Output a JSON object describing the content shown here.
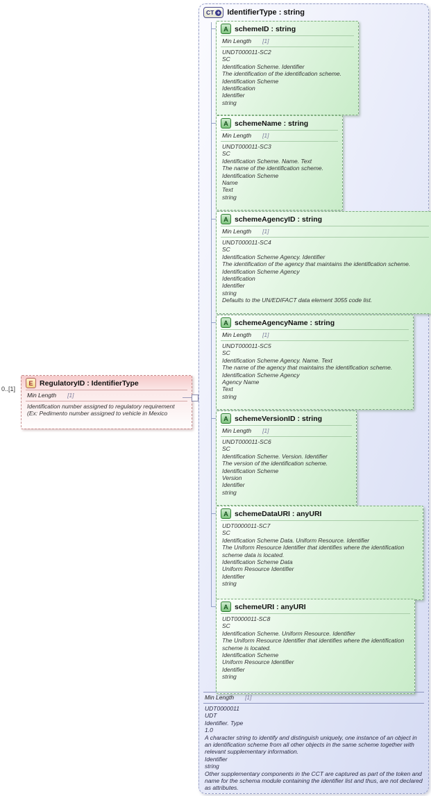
{
  "colors": {
    "complex_type_fill": "#e7eafa",
    "complex_type_border": "#9aa2c8",
    "attribute_fill": "#d8f3d8",
    "attribute_border": "#7fae7f",
    "element_fill": "#f6caca",
    "element_border": "#c89090",
    "connector": "#93a1c6"
  },
  "element": {
    "icon": "E",
    "cardinality": "0..[1]",
    "title": "RegulatoryID : IdentifierType",
    "facet": {
      "label": "Min Length",
      "value": "[1]"
    },
    "annotation": [
      "Identification number assigned to regulatory requirement",
      "(Ex: Pedimento number assigned to vehicle in Mexico"
    ]
  },
  "complex_type": {
    "icon": "CT",
    "expand_glyph": "+",
    "title": "IdentifierType : string",
    "attributes": [
      {
        "icon": "A",
        "title": "schemeID : string",
        "facet": {
          "label": "Min Length",
          "value": "[1]"
        },
        "annotation": [
          "UNDT000011-SC2",
          "SC",
          "Identification Scheme. Identifier",
          "The identification of the identification scheme.",
          "Identification Scheme",
          "Identification",
          "Identifier",
          "string"
        ]
      },
      {
        "icon": "A",
        "title": "schemeName : string",
        "facet": {
          "label": "Min Length",
          "value": "[1]"
        },
        "annotation": [
          "UNDT000011-SC3",
          "SC",
          "Identification Scheme. Name. Text",
          "The name of the identification scheme.",
          "Identification Scheme",
          "Name",
          "Text",
          "string"
        ]
      },
      {
        "icon": "A",
        "title": "schemeAgencyID : string",
        "facet": {
          "label": "Min Length",
          "value": "[1]"
        },
        "annotation": [
          "UNDT000011-SC4",
          "SC",
          "Identification Scheme Agency. Identifier",
          "The identification of the agency that maintains the identification scheme.",
          "Identification Scheme Agency",
          "Identification",
          "Identifier",
          "string",
          "Defaults to the UN/EDIFACT data element 3055 code list."
        ]
      },
      {
        "icon": "A",
        "title": "schemeAgencyName : string",
        "facet": {
          "label": "Min Length",
          "value": "[1]"
        },
        "annotation": [
          "UNDT000011-SC5",
          "SC",
          "Identification Scheme Agency. Name. Text",
          "The name of the agency that maintains the identification scheme.",
          "Identification Scheme Agency",
          "Agency Name",
          "Text",
          "string"
        ]
      },
      {
        "icon": "A",
        "title": "schemeVersionID : string",
        "facet": {
          "label": "Min Length",
          "value": "[1]"
        },
        "annotation": [
          "UNDT000011-SC6",
          "SC",
          "Identification Scheme. Version. Identifier",
          "The version of the identification scheme.",
          "Identification Scheme",
          "Version",
          "Identifier",
          "string"
        ]
      },
      {
        "icon": "A",
        "title": "schemeDataURI : anyURI",
        "annotation": [
          "UDT0000011-SC7",
          "SC",
          "Identification Scheme Data. Uniform Resource. Identifier",
          "The Uniform Resource Identifier that identifies where the identification scheme data is located.",
          "Identification Scheme Data",
          "Uniform Resource Identifier",
          "Identifier",
          "string"
        ]
      },
      {
        "icon": "A",
        "title": "schemeURI : anyURI",
        "annotation": [
          "UDT0000011-SC8",
          "SC",
          "Identification Scheme. Uniform Resource. Identifier",
          "The Uniform Resource Identifier that identifies where the identification scheme is located.",
          "Identification Scheme",
          "Uniform Resource Identifier",
          "Identifier",
          "string"
        ]
      }
    ],
    "facet": {
      "label": "Min Length",
      "value": "[1]"
    },
    "annotation": [
      "UDT0000011",
      "UDT",
      "Identifier. Type",
      "1.0",
      "A character string to identify and distinguish uniquely, one instance of an object in an identification scheme from all other objects in the same scheme together with relevant supplementary information.",
      "Identifier",
      "string",
      "Other supplementary components in the CCT are captured as part of the token and name for the schema module containing the identifier list and thus, are not declared as attributes."
    ]
  }
}
